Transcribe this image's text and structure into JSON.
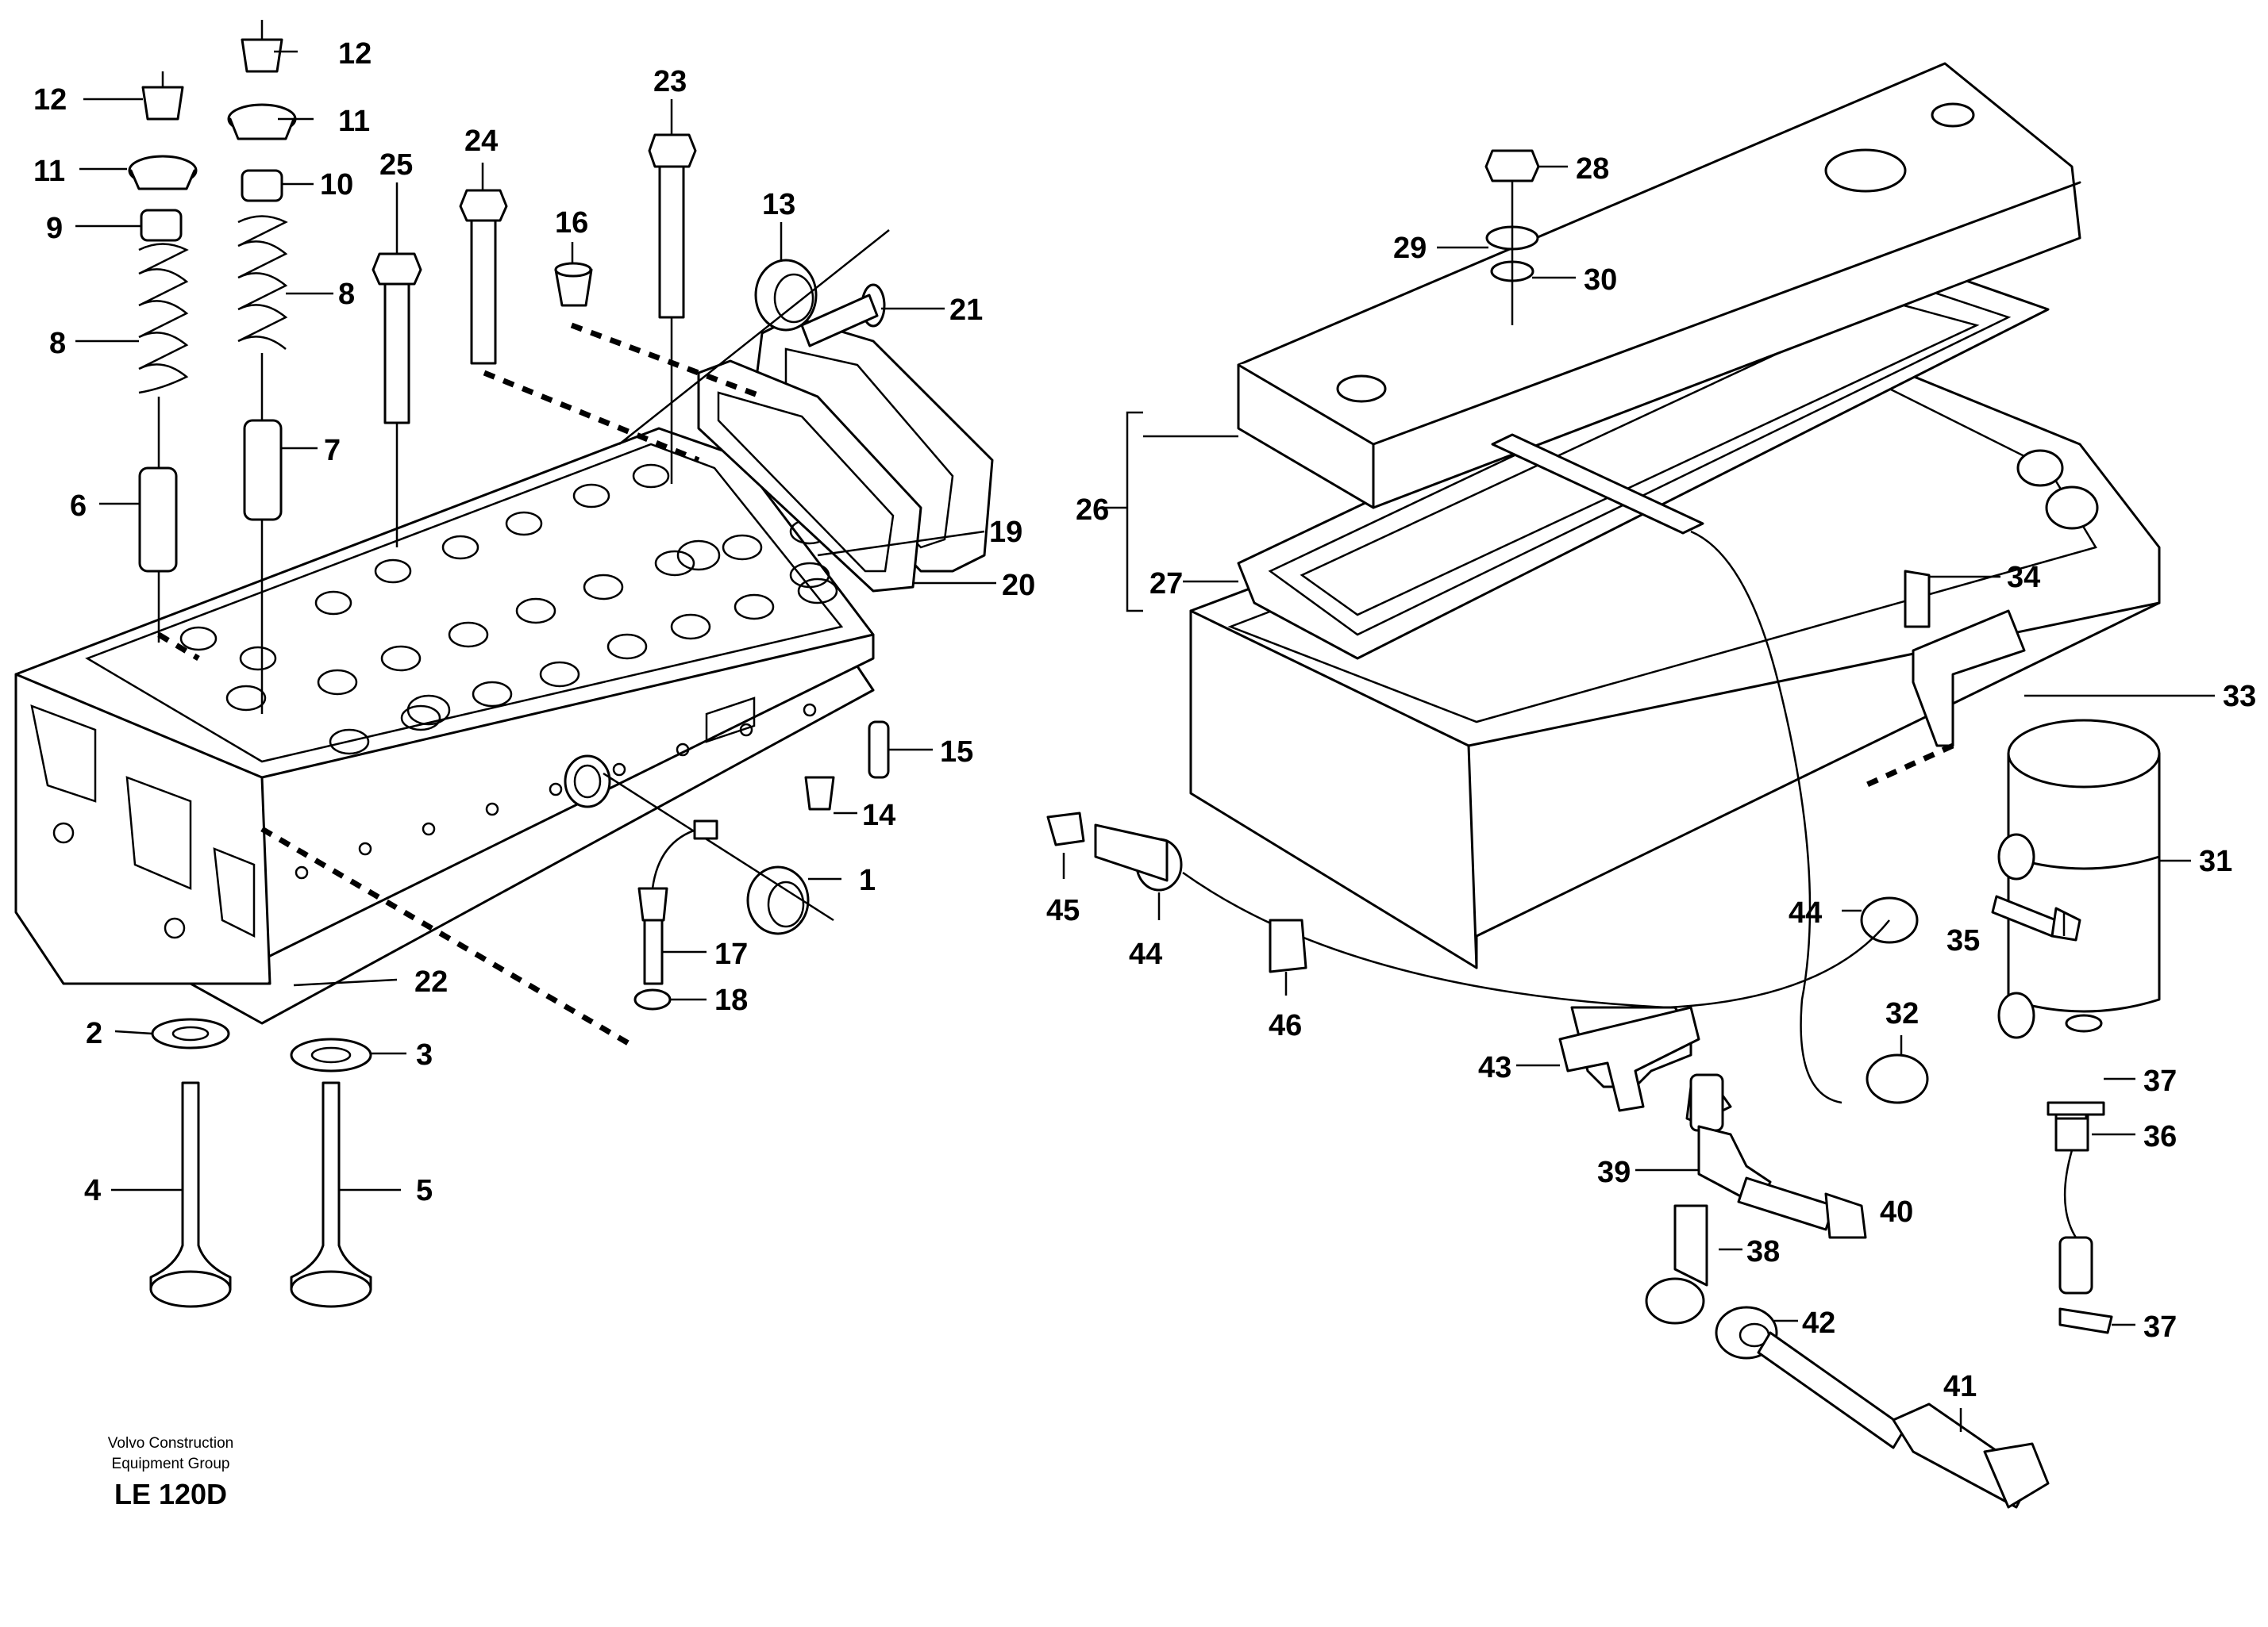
{
  "footer": {
    "brand_line1": "Volvo Construction",
    "brand_line2": "Equipment Group",
    "model": "LE 120D"
  },
  "callouts": {
    "c1": "1",
    "c2": "2",
    "c3": "3",
    "c4": "4",
    "c5": "5",
    "c6": "6",
    "c7": "7",
    "c8a": "8",
    "c8b": "8",
    "c9": "9",
    "c10": "10",
    "c11a": "11",
    "c11b": "11",
    "c12a": "12",
    "c12b": "12",
    "c13": "13",
    "c14": "14",
    "c15": "15",
    "c16": "16",
    "c17": "17",
    "c18": "18",
    "c19": "19",
    "c20": "20",
    "c21": "21",
    "c22": "22",
    "c23": "23",
    "c24": "24",
    "c25": "25",
    "c26": "26",
    "c27": "27",
    "c28": "28",
    "c29": "29",
    "c30": "30",
    "c31": "31",
    "c32": "32",
    "c33": "33",
    "c34": "34",
    "c35": "35",
    "c36": "36",
    "c37a": "37",
    "c37b": "37",
    "c38": "38",
    "c39": "39",
    "c40": "40",
    "c41": "41",
    "c42": "42",
    "c43": "43",
    "c44a": "44",
    "c44b": "44",
    "c45": "45",
    "c46": "46"
  }
}
